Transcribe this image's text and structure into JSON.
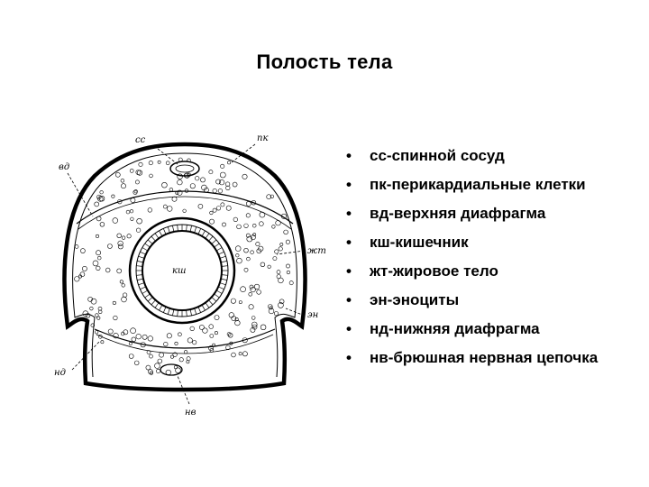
{
  "title": "Полость тела",
  "diagram": {
    "labels": [
      "сс",
      "пк",
      "вд",
      "жт",
      "кш",
      "эн",
      "нд",
      "нв"
    ]
  },
  "legend": {
    "bullet": "•",
    "items": [
      "сс-спинной сосуд",
      "пк-перикардиальные клетки",
      "вд-верхняя диафрагма",
      "кш-кишечник",
      "жт-жировое тело",
      "эн-эноциты",
      "нд-нижняя диафрагма",
      "нв-брюшная нервная цепочка"
    ]
  }
}
